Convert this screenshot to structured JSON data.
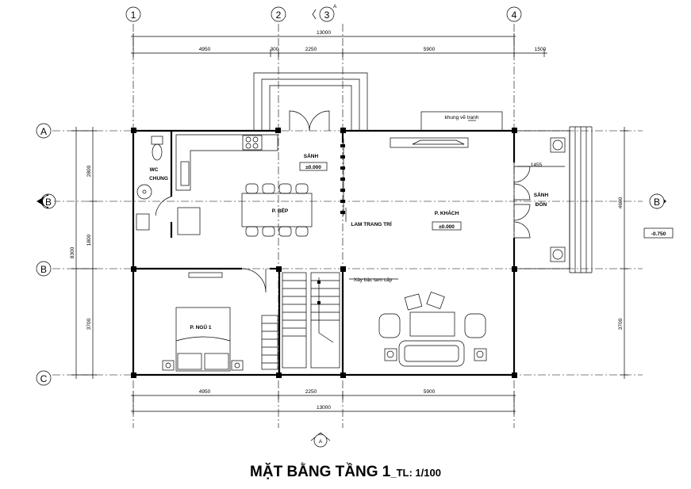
{
  "title": {
    "main": "MẶT BẰNG TẦNG 1",
    "scale": "_TL: 1/100"
  },
  "grid_axes": {
    "cols": [
      "1",
      "2",
      "3",
      "4"
    ],
    "rows": [
      "A",
      "B",
      "B",
      "C"
    ],
    "right_row": "B",
    "section": "A"
  },
  "dimensions": {
    "top_total": "13000",
    "top_segments": [
      "4950",
      "300",
      "2250",
      "5900",
      "1500"
    ],
    "bottom_total": "13000",
    "bottom_segments": [
      "4950",
      "2250",
      "5900"
    ],
    "left_total": "8300",
    "left_segments": [
      "2800",
      "1800",
      "3700"
    ],
    "right_segments": [
      "4600",
      "3700"
    ],
    "porch_width": "1455"
  },
  "rooms": {
    "kitchen": "P. BẾP",
    "hall": "SẢNH",
    "hall_level": "±0.000",
    "wc_line1": "WC",
    "wc_line2": "CHUNG",
    "living": "P. KHÁCH",
    "living_level": "±0.000",
    "lobby_line1": "SẢNH",
    "lobby_line2": "ĐÓN",
    "bedroom": "P. NGỦ 1"
  },
  "annotations": {
    "frame": "khung vẽ tranh",
    "decor": "LAM TRANG TRÍ",
    "stair": "Xây bậc tam cấp",
    "outside_level": "-0.750"
  }
}
